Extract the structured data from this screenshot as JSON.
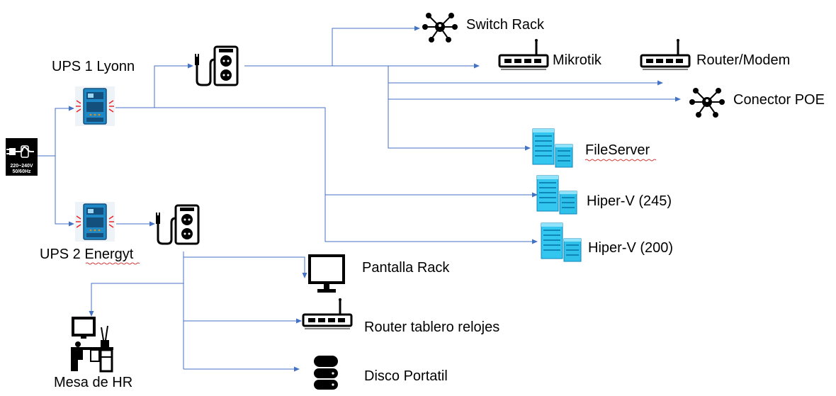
{
  "colors": {
    "connector": "#4472c4",
    "server_light": "#33c7ef",
    "server_dark": "#1596c8",
    "ups_body": "#1e88c7",
    "ups_dark": "#14507e",
    "ups_accent": "#f08c00",
    "spark": "#e8262a",
    "spellcheck": "#d04040",
    "icon": "#000000"
  },
  "power_source": {
    "icon": "plug-icon",
    "voltage": "220~240V",
    "frequency": "50/60Hz"
  },
  "nodes": {
    "ups1": {
      "label": "UPS 1 Lyonn",
      "icon": "ups-icon"
    },
    "ups2": {
      "label": "UPS 2 Energyt",
      "icon": "ups-icon"
    },
    "switch_rack": {
      "label": "Switch Rack",
      "icon": "network-hub-icon"
    },
    "mikrotik": {
      "label": "Mikrotik",
      "icon": "router-icon"
    },
    "router_modem": {
      "label": "Router/Modem",
      "icon": "router-icon"
    },
    "conector_poe": {
      "label": "Conector POE",
      "icon": "network-hub-icon"
    },
    "fileserver": {
      "label": "FileServer",
      "icon": "server-icon"
    },
    "hiperv_245": {
      "label": "Hiper-V (245)",
      "icon": "server-icon"
    },
    "hiperv_200": {
      "label": "Hiper-V (200)",
      "icon": "server-icon"
    },
    "pantalla_rack": {
      "label": "Pantalla Rack",
      "icon": "monitor-icon"
    },
    "router_tablero": {
      "label": "Router tablero relojes",
      "icon": "router-icon"
    },
    "disco_portatil": {
      "label": "Disco Portatil",
      "icon": "database-icon"
    },
    "mesa_hr": {
      "label": "Mesa de HR",
      "icon": "workstation-icon"
    },
    "power_strip_1": {
      "icon": "power-strip-icon"
    },
    "power_strip_2": {
      "icon": "power-strip-icon"
    }
  }
}
